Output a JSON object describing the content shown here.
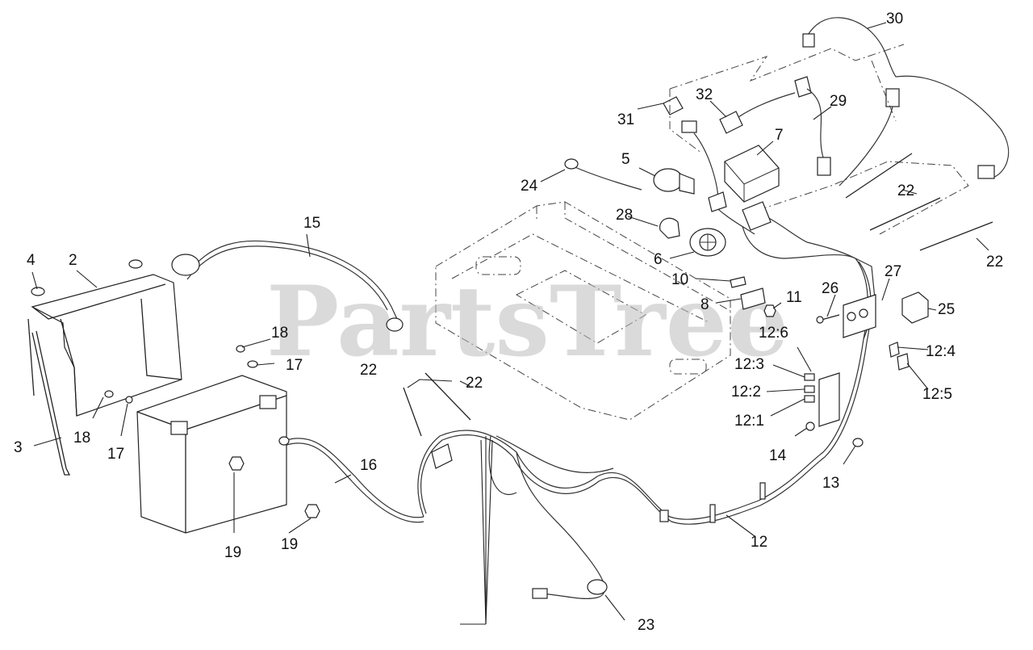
{
  "watermark": "PartsTree",
  "colors": {
    "line": "#222222",
    "watermark": "#bdbdbd",
    "background": "#ffffff"
  },
  "labels": {
    "l2": "2",
    "l3": "3",
    "l4": "4",
    "l5": "5",
    "l6": "6",
    "l7": "7",
    "l8": "8",
    "l10": "10",
    "l11": "11",
    "l12": "12",
    "l12_1": "12:1",
    "l12_2": "12:2",
    "l12_3": "12:3",
    "l12_4": "12:4",
    "l12_5": "12:5",
    "l12_6": "12:6",
    "l13": "13",
    "l14": "14",
    "l15": "15",
    "l16": "16",
    "l17a": "17",
    "l17b": "17",
    "l18a": "18",
    "l18b": "18",
    "l19a": "19",
    "l19b": "19",
    "l22a": "22",
    "l22b": "22",
    "l22c": "22",
    "l22d": "22",
    "l23": "23",
    "l24": "24",
    "l25": "25",
    "l26": "26",
    "l27": "27",
    "l28": "28",
    "l29": "29",
    "l30": "30",
    "l31": "31",
    "l32": "32"
  }
}
